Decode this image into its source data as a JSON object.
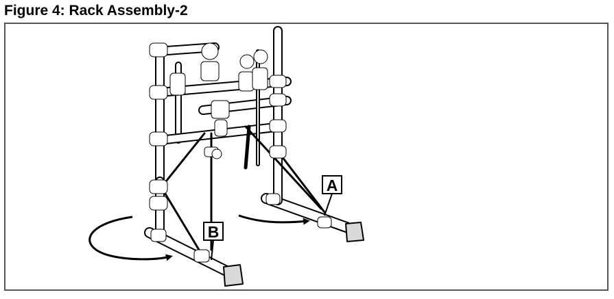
{
  "figure": {
    "title": "Figure 4: Rack Assembly-2"
  },
  "callouts": {
    "a": "A",
    "b": "B"
  },
  "icons": {
    "rack": "drum-rack-icon",
    "arrow_left": "rotate-arrow-icon",
    "arrow_right": "rotate-arrow-icon"
  },
  "colors": {
    "frame_border": "#555555",
    "line": "#000000",
    "foot": "#d9d9d9"
  }
}
